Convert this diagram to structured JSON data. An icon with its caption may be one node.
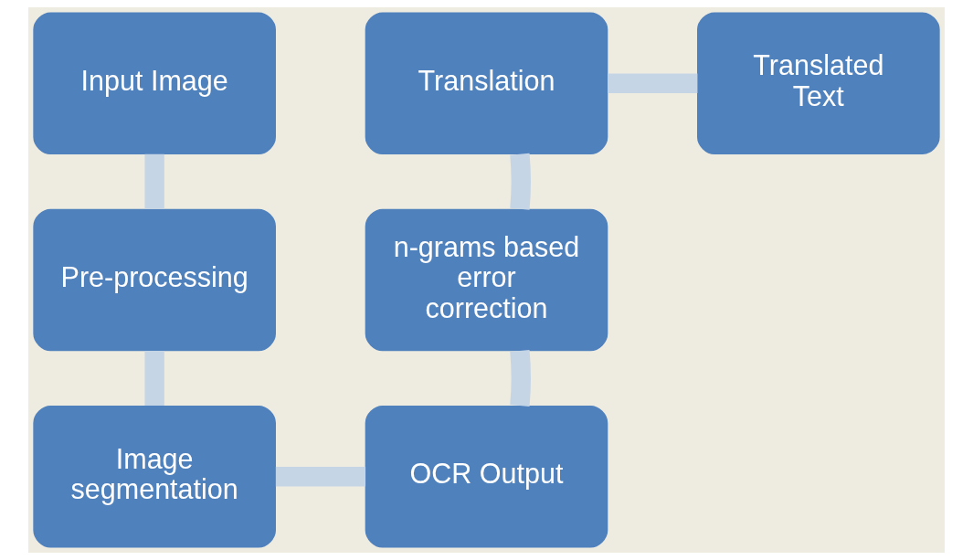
{
  "diagram": {
    "nodes": [
      {
        "text": [
          "Input Image"
        ]
      },
      {
        "text": [
          "Pre-processing"
        ]
      },
      {
        "text": [
          "Image segmentation"
        ]
      },
      {
        "text": [
          "OCR Output"
        ]
      },
      {
        "text": [
          "n-grams based error correction"
        ]
      },
      {
        "text": [
          "Translation"
        ]
      },
      {
        "text": [
          "Translated Text"
        ]
      }
    ],
    "edges": [
      {
        "from": 0,
        "to": 1,
        "arrow": "none"
      },
      {
        "from": 1,
        "to": 2,
        "arrow": "none"
      },
      {
        "from": 2,
        "to": 3,
        "arrow": "none"
      },
      {
        "from": 3,
        "to": 4,
        "arrow": "none"
      },
      {
        "from": 4,
        "to": 5,
        "arrow": "none"
      },
      {
        "from": 5,
        "to": 6,
        "arrow": "none"
      }
    ]
  }
}
